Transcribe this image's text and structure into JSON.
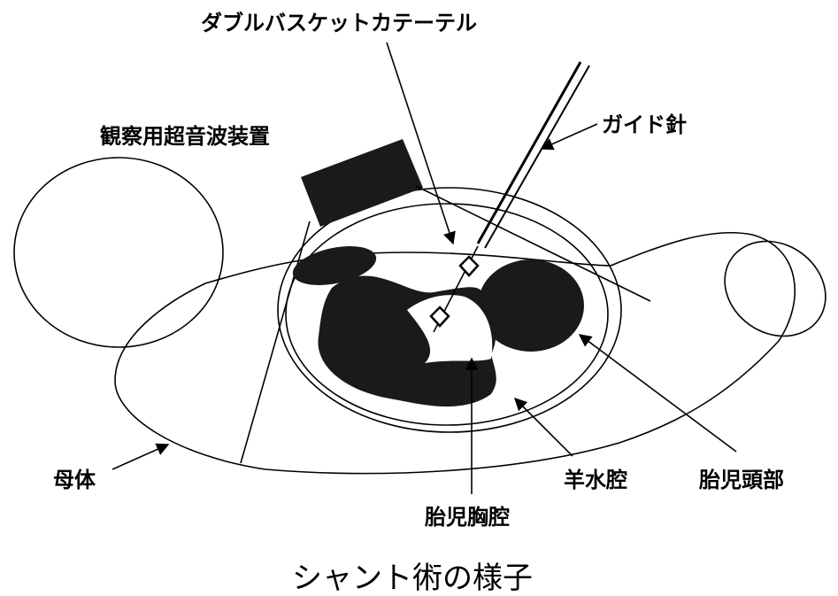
{
  "labels": {
    "catheter": "ダブルバスケットカテーテル",
    "guide_needle": "ガイド針",
    "ultrasound": "観察用超音波装置",
    "mother": "母体",
    "amniotic_cavity": "羊水腔",
    "fetal_head": "胎児頭部",
    "fetal_chest": "胎児胸腔"
  },
  "caption": "シャント術の様子",
  "colors": {
    "ink": "#000000",
    "fill_dark": "#1a1a1a",
    "background": "#ffffff"
  }
}
